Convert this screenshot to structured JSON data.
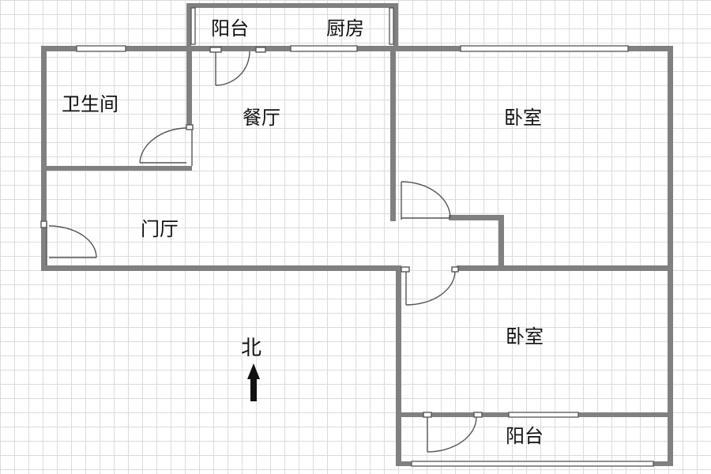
{
  "floorplan": {
    "wall_color": "#808080",
    "door_color": "#555555",
    "rooms": {
      "balcony_north": "阳台",
      "kitchen": "厨房",
      "bathroom": "卫生间",
      "dining": "餐厅",
      "bedroom_east": "卧室",
      "foyer": "门厅",
      "bedroom_south": "卧室",
      "balcony_south": "阳台"
    },
    "compass": {
      "label": "北",
      "icon": "north-arrow-icon"
    }
  }
}
